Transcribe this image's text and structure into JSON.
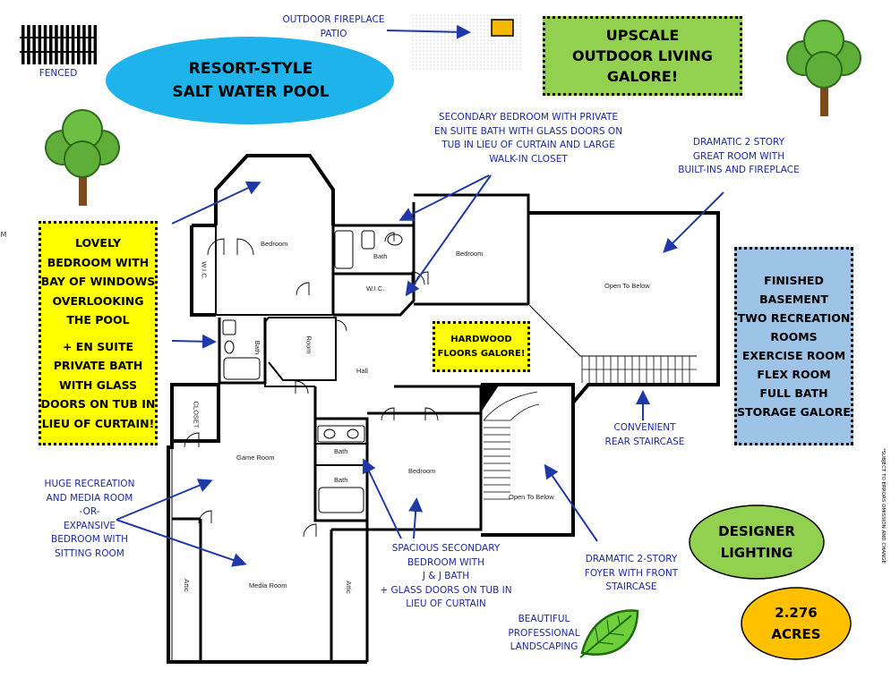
{
  "labels": {
    "fenced": "FENCED",
    "fireplace_patio": [
      "OUTDOOR FIREPLACE",
      "PATIO"
    ],
    "pool": [
      "RESORT-STYLE",
      "SALT WATER POOL"
    ],
    "upscale": [
      "UPSCALE",
      "OUTDOOR LIVING",
      "GALORE!"
    ],
    "secondary_bed_top": [
      "SECONDARY BEDROOM WITH PRIVATE",
      "EN SUITE BATH WITH GLASS DOORS ON",
      "TUB IN LIEU OF CURTAIN AND LARGE",
      "WALK-IN CLOSET"
    ],
    "great_room": [
      "DRAMATIC 2 STORY",
      "GREAT ROOM WITH",
      "BUILT-INS AND FIREPLACE"
    ],
    "lovely_bedroom": [
      "LOVELY",
      "BEDROOM WITH",
      "BAY OF WINDOWS",
      "OVERLOOKING",
      "THE POOL",
      "",
      "+ EN SUITE",
      "PRIVATE BATH",
      "WITH GLASS",
      "DOORS ON TUB IN",
      "LIEU OF CURTAIN!"
    ],
    "finished_basement": [
      "FINISHED",
      "BASEMENT",
      "TWO RECREATION",
      "ROOMS",
      "EXERCISE ROOM",
      "FLEX ROOM",
      "FULL BATH",
      "STORAGE GALORE"
    ],
    "hardwood": [
      "HARDWOOD",
      "FLOORS GALORE!"
    ],
    "rear_staircase": [
      "CONVENIENT",
      "REAR STAIRCASE"
    ],
    "huge_recreation": [
      "HUGE RECREATION",
      "AND MEDIA ROOM",
      "-OR-",
      "EXPANSIVE",
      "BEDROOM WITH",
      "SITTING ROOM"
    ],
    "spacious_secondary": [
      "SPACIOUS SECONDARY",
      "BEDROOM WITH",
      "J & J BATH",
      "+ GLASS DOORS ON TUB IN",
      "LIEU OF CURTAIN"
    ],
    "foyer": [
      "DRAMATIC 2-STORY",
      "FOYER WITH FRONT",
      "STAIRCASE"
    ],
    "designer_lighting": [
      "DESIGNER",
      "LIGHTING"
    ],
    "acres": [
      "2.276",
      "ACRES"
    ],
    "landscaping": [
      "BEAUTIFUL",
      "PROFESSIONAL",
      "LANDSCAPING"
    ],
    "edge_mark": "M",
    "disclaimer": "*SUBJECT TO ERRORS OMISSION AND CHANGE"
  },
  "rooms": {
    "bedroom_main": "Bedroom",
    "wic_left": "W.I.C.",
    "bath_upper": "Bath",
    "wic_center": "W.I.C.",
    "bedroom_upper_right": "Bedroom",
    "open_to_below_right": "Open To Below",
    "bath_left": "Bath",
    "room": "Room",
    "hall": "Hall",
    "closet": "CLOSET",
    "game_room": "Game Room",
    "bath_mid1": "Bath",
    "bath_mid2": "Bath",
    "bedroom_mid": "Bedroom",
    "open_to_below_foyer": "Open To Below",
    "attic_left": "Attic",
    "media_room": "Media Room",
    "attic_right": "Attic"
  },
  "colors": {
    "pool": "#1fb3ec",
    "callout_yellow": "#ffff00",
    "callout_green": "#92d050",
    "callout_blue": "#9dc3e6",
    "acres_orange": "#ffc000",
    "text_blue": "#1a2a9c",
    "arrow_blue": "#1f3aa8"
  },
  "icons": [
    "fence-icon",
    "tree-icon",
    "fireplace-icon",
    "leaf-icon",
    "arrow-icon"
  ]
}
